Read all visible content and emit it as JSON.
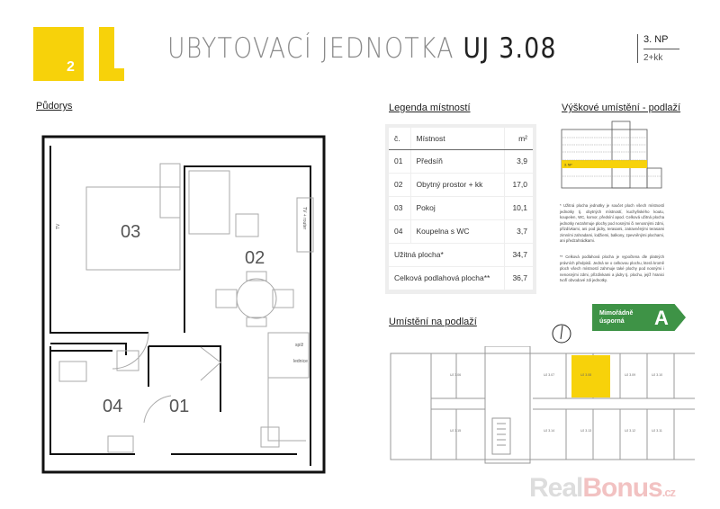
{
  "header": {
    "logo_number": "2",
    "title_main": "UBYTOVACÍ JEDNOTKA",
    "title_unit": "UJ 3.08",
    "floor": "3. NP",
    "layout": "2+kk"
  },
  "sections": {
    "plan": "Půdorys",
    "legend": "Legenda místností",
    "height": "Výškové umístění - podlaží",
    "location": "Umístění na podlaží"
  },
  "plan": {
    "rooms": [
      "01",
      "02",
      "03",
      "04"
    ],
    "labels": {
      "tv": "TV",
      "tv_router": "TV + router",
      "pantry": "spíž",
      "fridge": "lednice"
    }
  },
  "legend": {
    "headers": [
      "č.",
      "Místnost",
      "m²"
    ],
    "rows": [
      {
        "n": "01",
        "name": "Předsíň",
        "area": "3,9"
      },
      {
        "n": "02",
        "name": "Obytný prostor + kk",
        "area": "17,0"
      },
      {
        "n": "03",
        "name": "Pokoj",
        "area": "10,1"
      },
      {
        "n": "04",
        "name": "Koupelna s WC",
        "area": "3,7"
      }
    ],
    "usable_label": "Užitná plocha*",
    "usable": "34,7",
    "total_label": "Celková podlahová plocha**",
    "total": "36,7"
  },
  "elevation": {
    "floor_tag": "3. NP"
  },
  "notes": [
    "* Užitná plocha jednotky je součet ploch všech místností jednotky tj. obytných místností, kuchyňského koutu, koupelen, WC, komor, předsíní apod. Celková užitná plocha jednotky nezahrnuje plochy pod nosnými či nenosnými zdmi, přizdívkami, ani pod jádry, terasami, zatravněnými terasami zimními zahradami, lodžiemi, balkony, zpevněnými plochami, ani předzahrádkami.",
    "** Celková podlahová plocha je vypočtena dle platných právních předpisů. Jedná se o celkovou plochu, která kromě ploch všech místností zahrnuje také plochy pod nosnými i nenosnými zdmi, přizdívkami a jádry tj. plochu, jejíž hranici tvoří obvodové zdi jednotky."
  ],
  "energy": {
    "label_line1": "Mimořádně",
    "label_line2": "úsporná",
    "class": "A",
    "color": "#3e9346"
  },
  "floorplan": {
    "units": [
      "UJ 3.06",
      "UJ 3.07",
      "UJ 3.08",
      "UJ 3.09",
      "UJ 3.10",
      "UJ 3.11",
      "UJ 3.12",
      "UJ 3.13",
      "UJ 3.14",
      "UJ 3.15"
    ]
  },
  "watermark": {
    "a": "Real",
    "b": "Bonus",
    "c": ".cz"
  },
  "colors": {
    "accent": "#f7d20a"
  }
}
